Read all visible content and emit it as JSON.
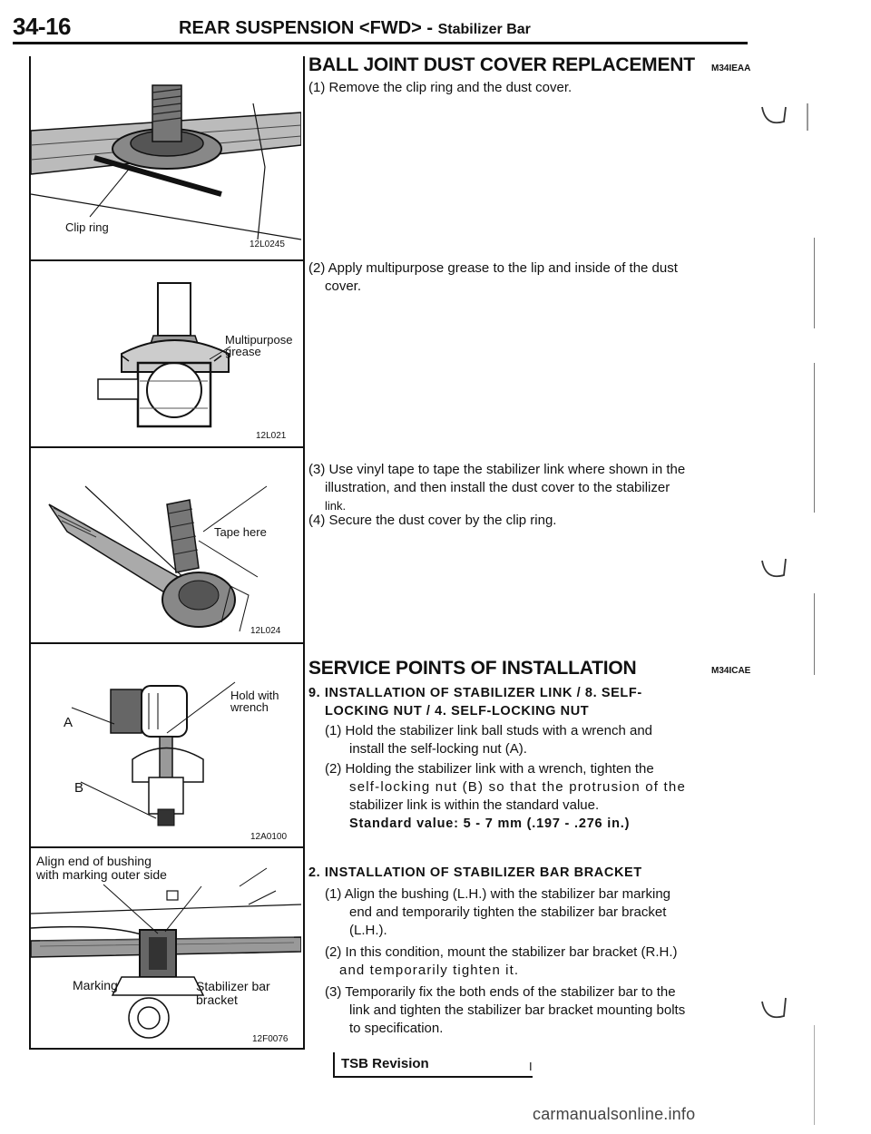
{
  "header": {
    "page_number": "34-16",
    "title": "REAR SUSPENSION <FWD> -",
    "subtitle": "Stabilizer Bar"
  },
  "figures": [
    {
      "code": "12L0245",
      "labels": {
        "clip_ring": "Clip ring"
      }
    },
    {
      "code": "12L021",
      "labels": {
        "grease_line1": "Multipurpose",
        "grease_line2": "grease"
      }
    },
    {
      "code": "12L024",
      "labels": {
        "tape": "Tape here"
      }
    },
    {
      "code": "12A0100",
      "labels": {
        "hold_line1": "Hold with",
        "hold_line2": "wrench",
        "a": "A",
        "b": "B"
      }
    },
    {
      "code": "12F0076",
      "labels": {
        "align_line1": "Align end of bushing",
        "align_line2": "with marking outer side",
        "marking": "Marking",
        "stab_line1": "Stabilizer bar",
        "stab_line2": "bracket"
      }
    }
  ],
  "section1": {
    "title": "BALL JOINT DUST COVER REPLACEMENT",
    "code": "M34IEAA",
    "step1": "(1) Remove the clip ring and the dust cover.",
    "step2_line1": "(2) Apply multipurpose grease to the lip and inside of the dust",
    "step2_line2": "cover.",
    "step3_line1": "(3) Use vinyl tape to tape the stabilizer link where shown in the",
    "step3_line2": "illustration, and then install the dust cover to the stabilizer",
    "step3_line3": "link.",
    "step4": "(4) Secure the dust cover by the clip ring."
  },
  "section2": {
    "title": "SERVICE POINTS OF INSTALLATION",
    "code": "M34ICAE",
    "item9_line1": "9. INSTALLATION OF STABILIZER LINK / 8. SELF-",
    "item9_line2": "LOCKING NUT / 4. SELF-LOCKING NUT",
    "item9_step1_line1": "(1) Hold the stabilizer link ball studs with a wrench and",
    "item9_step1_line2": "install the self-locking nut (A).",
    "item9_step2_line1": "(2) Holding the stabilizer link with a wrench, tighten the",
    "item9_step2_line2": "self-locking nut (B) so that the protrusion of the",
    "item9_step2_line3": "stabilizer link is within the standard value.",
    "standard_value": "Standard value: 5 - 7 mm (.197 - .276 in.)",
    "item2_title": "2. INSTALLATION OF STABILIZER BAR BRACKET",
    "item2_step1_line1": "(1) Align the bushing (L.H.) with the stabilizer bar marking",
    "item2_step1_line2": "end and temporarily tighten the stabilizer bar bracket",
    "item2_step1_line3": "(L.H.).",
    "item2_step2_line1": "(2) In this condition, mount the stabilizer bar bracket (R.H.)",
    "item2_step2_line2": "and temporarily tighten it.",
    "item2_step3_line1": "(3) Temporarily fix the both ends of the stabilizer bar to the",
    "item2_step3_line2": "link and tighten the stabilizer bar bracket mounting bolts",
    "item2_step3_line3": "to specification."
  },
  "footer": {
    "label": "TSB Revision",
    "bar": "I"
  },
  "watermark": "carmanualsonline.info"
}
